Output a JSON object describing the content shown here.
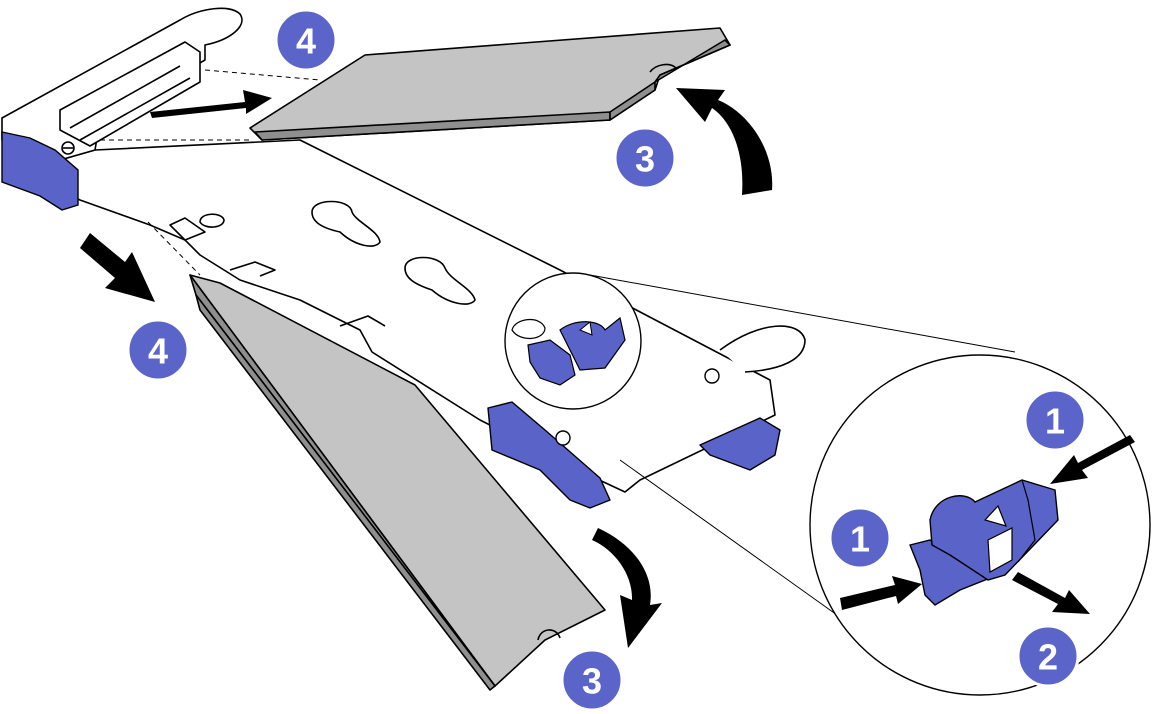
{
  "figure": {
    "callouts": [
      {
        "id": "c4-top",
        "label": "4"
      },
      {
        "id": "c3-top",
        "label": "3"
      },
      {
        "id": "c4-left",
        "label": "4"
      },
      {
        "id": "c3-bottom",
        "label": "3"
      },
      {
        "id": "c1-zoom-top",
        "label": "1"
      },
      {
        "id": "c1-zoom-left",
        "label": "1"
      },
      {
        "id": "c2-zoom",
        "label": "2"
      }
    ],
    "colors": {
      "callout_fill": "#5b64c9",
      "callout_ring": "#ffffff",
      "retainer_blue": "#5a63c8",
      "drive_gray": "#c4c4c4",
      "drive_edge": "#8f8f8f",
      "outline": "#000000",
      "board_fill": "#ffffff"
    },
    "icons": [
      "arrow-icon",
      "retainer-clip-icon",
      "screw-icon"
    ]
  }
}
